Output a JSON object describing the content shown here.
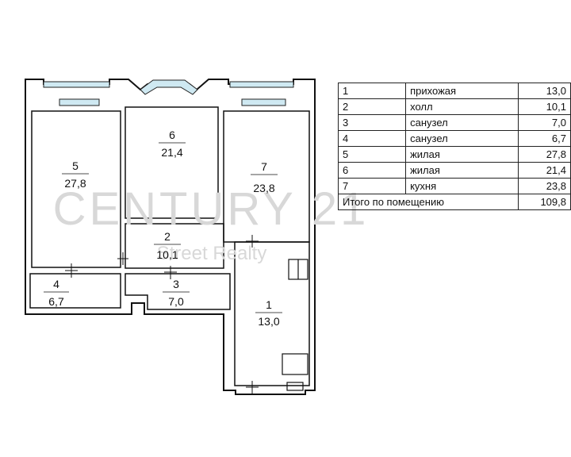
{
  "watermark": {
    "brand": "CENTURY 21",
    "office": "Street Realty"
  },
  "rooms": [
    {
      "number": "1",
      "area": "13,0"
    },
    {
      "number": "2",
      "area": "10,1"
    },
    {
      "number": "3",
      "area": "7,0"
    },
    {
      "number": "4",
      "area": "6,7"
    },
    {
      "number": "5",
      "area": "27,8"
    },
    {
      "number": "6",
      "area": "21,4"
    },
    {
      "number": "7",
      "area": "23,8"
    }
  ],
  "table": {
    "rows": [
      {
        "number": "1",
        "name": "прихожая",
        "area": "13,0"
      },
      {
        "number": "2",
        "name": "холл",
        "area": "10,1"
      },
      {
        "number": "3",
        "name": "санузел",
        "area": "7,0"
      },
      {
        "number": "4",
        "name": "санузел",
        "area": "6,7"
      },
      {
        "number": "5",
        "name": "жилая",
        "area": "27,8"
      },
      {
        "number": "6",
        "name": "жилая",
        "area": "21,4"
      },
      {
        "number": "7",
        "name": "кухня",
        "area": "23,8"
      }
    ],
    "total_label": "Итого по помещению",
    "total_area": "109,8"
  }
}
